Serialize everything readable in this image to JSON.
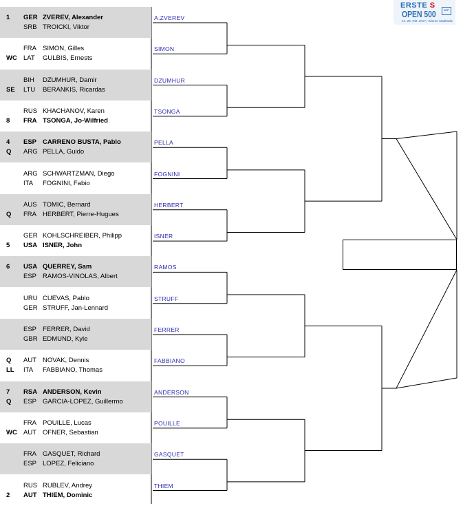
{
  "logo": {
    "brand": "ERSTE",
    "brand_mark": "S",
    "event": "OPEN 500",
    "dates": "21.-29. Okt. 2017 | Wiener Stadthalle",
    "tour": "ATP"
  },
  "first_round": [
    {
      "top": {
        "seed": "1",
        "country": "GER",
        "name": "ZVEREV, Alexander",
        "seeded": true
      },
      "bottom": {
        "seed": "",
        "country": "SRB",
        "name": "TROICKI, Viktor",
        "seeded": false
      },
      "winner": "A.ZVEREV"
    },
    {
      "top": {
        "seed": "",
        "country": "FRA",
        "name": "SIMON, Gilles",
        "seeded": false
      },
      "bottom": {
        "seed": "WC",
        "country": "LAT",
        "name": "GULBIS, Ernests",
        "seeded": false
      },
      "winner": "SIMON"
    },
    {
      "top": {
        "seed": "",
        "country": "BIH",
        "name": "DZUMHUR, Damir",
        "seeded": false
      },
      "bottom": {
        "seed": "SE",
        "country": "LTU",
        "name": "BERANKIS, Ricardas",
        "seeded": false
      },
      "winner": "DZUMHUR"
    },
    {
      "top": {
        "seed": "",
        "country": "RUS",
        "name": "KHACHANOV, Karen",
        "seeded": false
      },
      "bottom": {
        "seed": "8",
        "country": "FRA",
        "name": "TSONGA, Jo-Wilfried",
        "seeded": true
      },
      "winner": "TSONGA"
    },
    {
      "top": {
        "seed": "4",
        "country": "ESP",
        "name": "CARRENO BUSTA, Pablo",
        "seeded": true
      },
      "bottom": {
        "seed": "Q",
        "country": "ARG",
        "name": "PELLA, Guido",
        "seeded": false
      },
      "winner": "PELLA"
    },
    {
      "top": {
        "seed": "",
        "country": "ARG",
        "name": "SCHWARTZMAN, Diego",
        "seeded": false
      },
      "bottom": {
        "seed": "",
        "country": "ITA",
        "name": "FOGNINI, Fabio",
        "seeded": false
      },
      "winner": "FOGNINI"
    },
    {
      "top": {
        "seed": "",
        "country": "AUS",
        "name": "TOMIC, Bernard",
        "seeded": false
      },
      "bottom": {
        "seed": "Q",
        "country": "FRA",
        "name": "HERBERT, Pierre-Hugues",
        "seeded": false
      },
      "winner": "HERBERT"
    },
    {
      "top": {
        "seed": "",
        "country": "GER",
        "name": "KOHLSCHREIBER, Philipp",
        "seeded": false
      },
      "bottom": {
        "seed": "5",
        "country": "USA",
        "name": "ISNER, John",
        "seeded": true
      },
      "winner": "ISNER"
    },
    {
      "top": {
        "seed": "6",
        "country": "USA",
        "name": "QUERREY, Sam",
        "seeded": true
      },
      "bottom": {
        "seed": "",
        "country": "ESP",
        "name": "RAMOS-VINOLAS, Albert",
        "seeded": false
      },
      "winner": "RAMOS"
    },
    {
      "top": {
        "seed": "",
        "country": "URU",
        "name": "CUEVAS, Pablo",
        "seeded": false
      },
      "bottom": {
        "seed": "",
        "country": "GER",
        "name": "STRUFF, Jan-Lennard",
        "seeded": false
      },
      "winner": "STRUFF"
    },
    {
      "top": {
        "seed": "",
        "country": "ESP",
        "name": "FERRER, David",
        "seeded": false
      },
      "bottom": {
        "seed": "",
        "country": "GBR",
        "name": "EDMUND, Kyle",
        "seeded": false
      },
      "winner": "FERRER"
    },
    {
      "top": {
        "seed": "Q",
        "country": "AUT",
        "name": "NOVAK, Dennis",
        "seeded": false
      },
      "bottom": {
        "seed": "LL",
        "country": "ITA",
        "name": "FABBIANO, Thomas",
        "seeded": false
      },
      "winner": "FABBIANO"
    },
    {
      "top": {
        "seed": "7",
        "country": "RSA",
        "name": "ANDERSON, Kevin",
        "seeded": true
      },
      "bottom": {
        "seed": "Q",
        "country": "ESP",
        "name": "GARCIA-LOPEZ, Guillermo",
        "seeded": false
      },
      "winner": "ANDERSON"
    },
    {
      "top": {
        "seed": "",
        "country": "FRA",
        "name": "POUILLE, Lucas",
        "seeded": false
      },
      "bottom": {
        "seed": "WC",
        "country": "AUT",
        "name": "OFNER, Sebastian",
        "seeded": false
      },
      "winner": "POUILLE"
    },
    {
      "top": {
        "seed": "",
        "country": "FRA",
        "name": "GASQUET, Richard",
        "seeded": false
      },
      "bottom": {
        "seed": "",
        "country": "ESP",
        "name": "LOPEZ, Feliciano",
        "seeded": false
      },
      "winner": "GASQUET"
    },
    {
      "top": {
        "seed": "",
        "country": "RUS",
        "name": "RUBLEV, Andrey",
        "seeded": false
      },
      "bottom": {
        "seed": "2",
        "country": "AUT",
        "name": "THIEM, Dominic",
        "seeded": true
      },
      "winner": "THIEM"
    }
  ],
  "final_winner": ""
}
